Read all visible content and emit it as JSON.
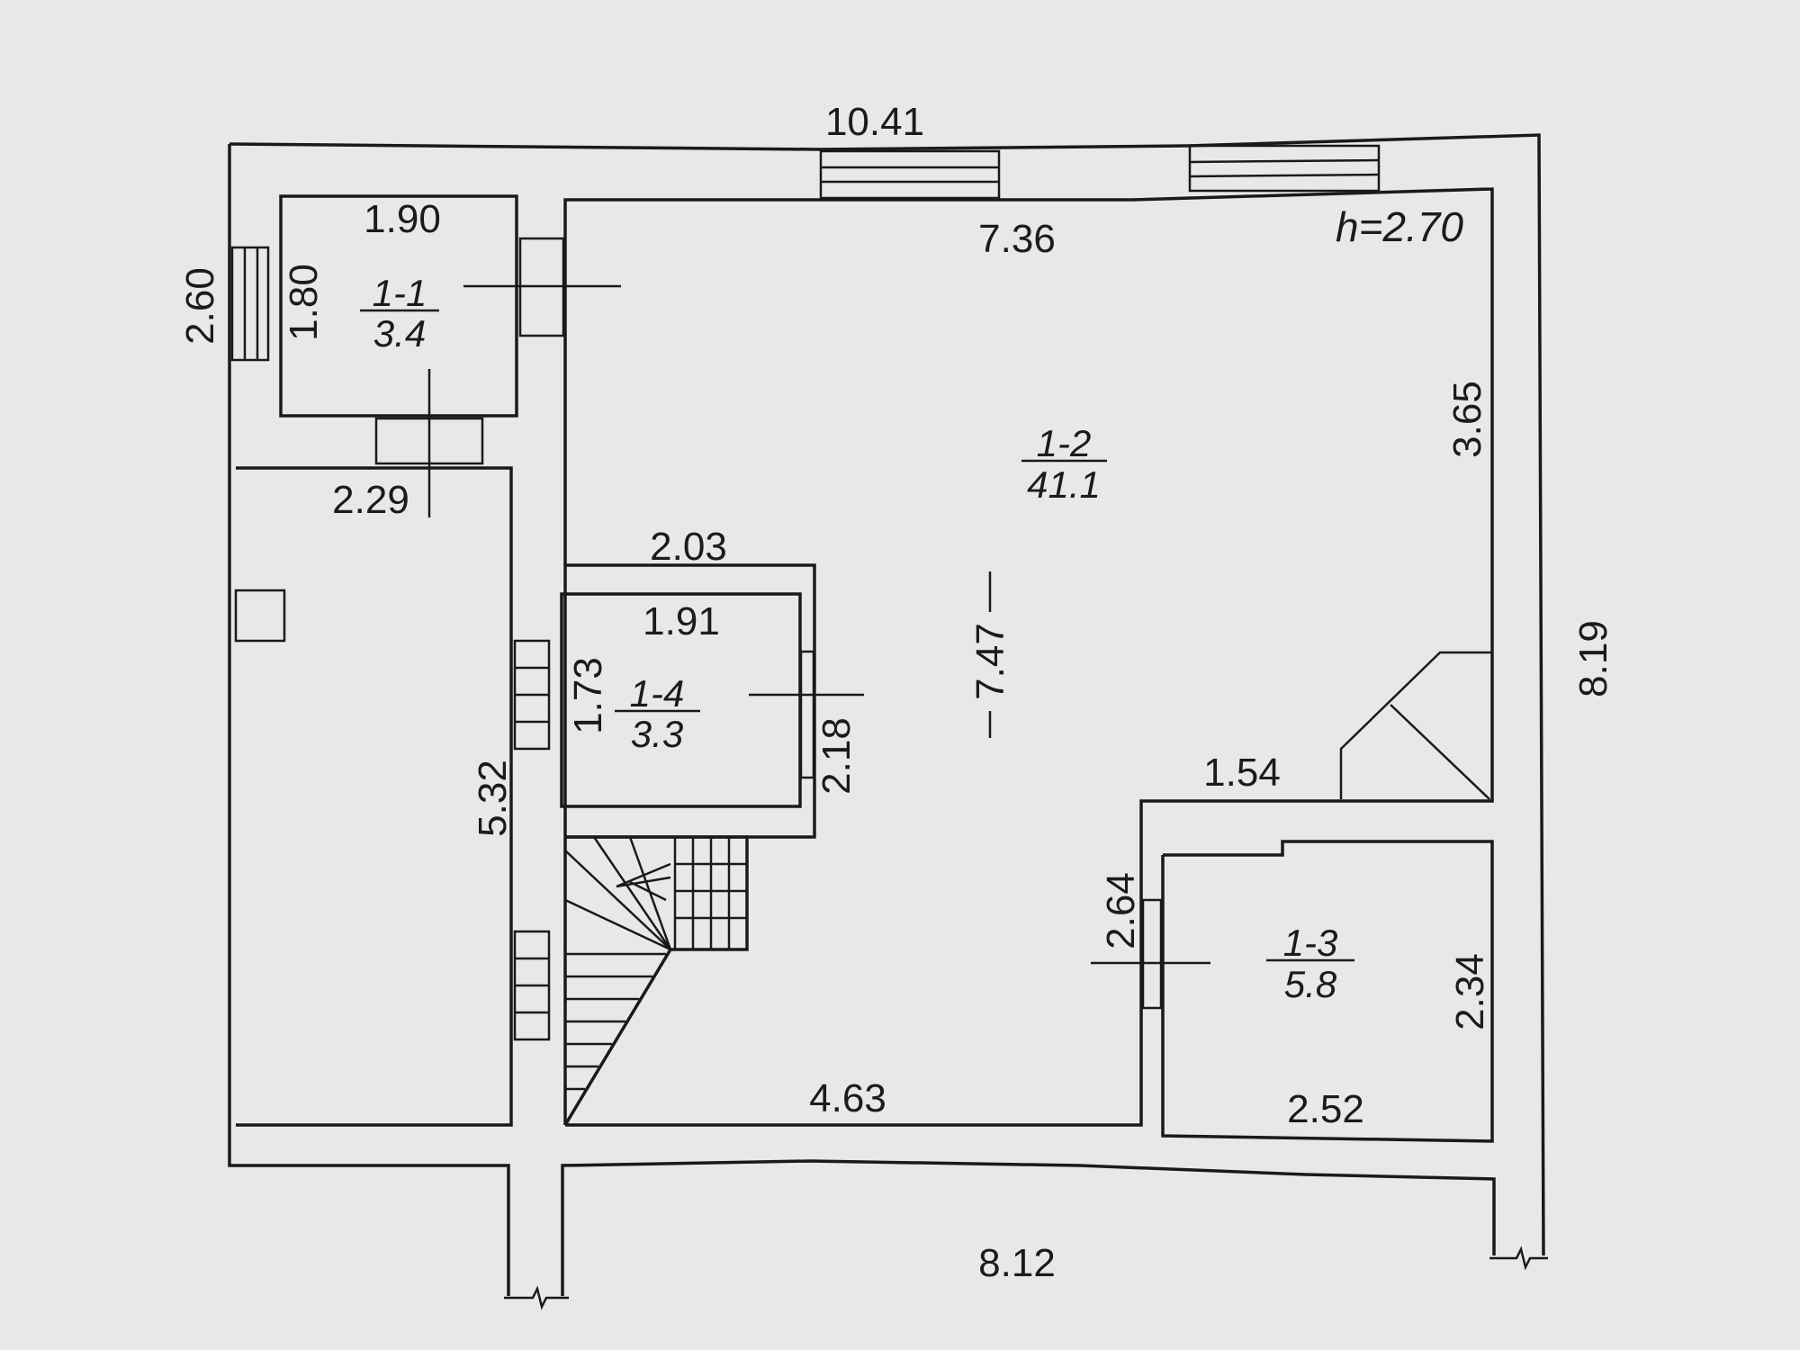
{
  "plan": {
    "height_label": "h=2.70",
    "rooms": [
      {
        "id": "1-1",
        "area": "3.4"
      },
      {
        "id": "1-2",
        "area": "41.1"
      },
      {
        "id": "1-3",
        "area": "5.8"
      },
      {
        "id": "1-4",
        "area": "3.3"
      }
    ],
    "dimensions": {
      "top_outer": "10.41",
      "top_inner": "7.36",
      "right_outer": "8.19",
      "right_inner_upper": "3.65",
      "bottom_outer": "8.12",
      "room_1_1_width": "1.90",
      "room_1_1_height": "1.80",
      "room_1_1_outer": "2.60",
      "vestibule_width": "2.29",
      "notch_width": "2.03",
      "room_1_4_width": "1.91",
      "room_1_4_height": "1.73",
      "room_1_4_outer": "2.18",
      "left_hall": "5.32",
      "main_depth": "7.47",
      "bottom_inner": "4.63",
      "room_1_3_top": "1.54",
      "room_1_3_left": "2.64",
      "room_1_3_right": "2.34",
      "room_1_3_bottom": "2.52"
    }
  }
}
